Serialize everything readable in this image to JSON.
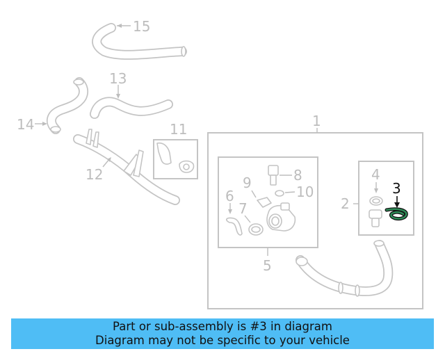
{
  "diagram": {
    "callouts": [
      "1",
      "2",
      "3",
      "4",
      "5",
      "6",
      "7",
      "8",
      "9",
      "10",
      "11",
      "12",
      "13",
      "14",
      "15"
    ],
    "highlight": "3",
    "colors": {
      "parts": "#c4c4c4",
      "highlight_part": "#111111",
      "highlight_fill": "#2e8b57"
    }
  },
  "banner": {
    "line1": "Part or sub-assembly is #3 in diagram",
    "line2": "Diagram may not be specific to your vehicle",
    "background": "#4fbdf5"
  }
}
